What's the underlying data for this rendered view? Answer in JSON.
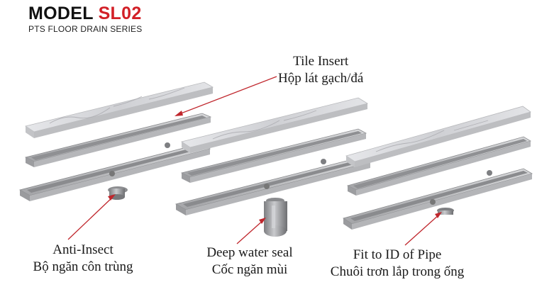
{
  "header": {
    "model_prefix": "MODEL",
    "model_code": "SL02",
    "series": "PTS FLOOR DRAIN SERIES"
  },
  "colors": {
    "model_code": "#d22027",
    "annotation_arrow": "#c0272d",
    "steel": "#a9aaad",
    "marble": "#dfe0e3"
  },
  "callouts": {
    "tile_insert": {
      "en": "Tile Insert",
      "vi": "Hộp lát gạch/đá"
    },
    "anti_insect": {
      "en": "Anti-Insect",
      "vi": "Bộ ngăn côn trùng"
    },
    "deep_water_seal": {
      "en": "Deep water seal",
      "vi": "Cốc ngăn mùi"
    },
    "fit_pipe": {
      "en": "Fit to ID of Pipe",
      "vi": "Chuôi trơn lắp trong ống"
    }
  },
  "product_icons": [
    "marble-tile-icon",
    "tile-tray-icon",
    "drain-channel-icon",
    "insect-trap-icon",
    "water-seal-cup-icon",
    "pipe-spigot-icon"
  ]
}
